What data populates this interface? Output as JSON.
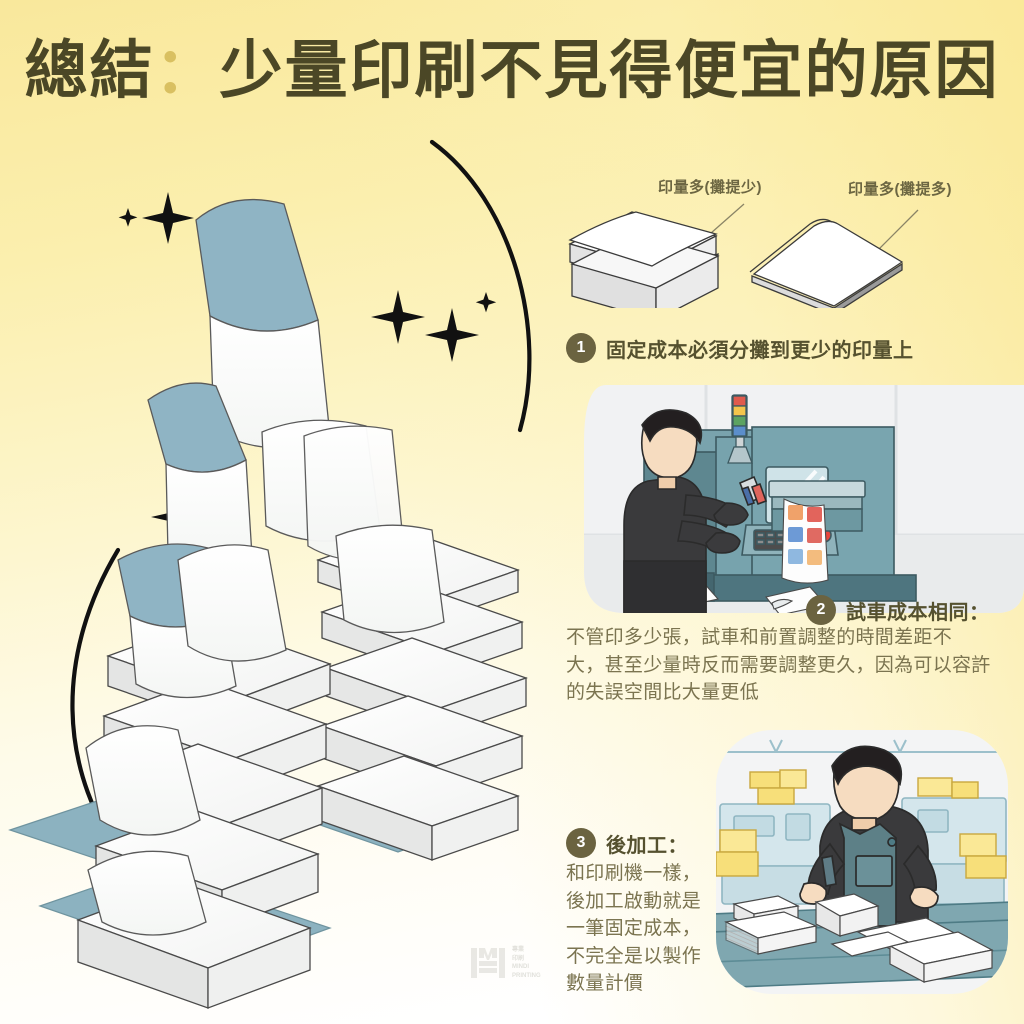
{
  "title": {
    "lead": "總結",
    "separator": "：",
    "rest": "少量印刷不見得便宜的原因"
  },
  "callouts": [
    {
      "id": "stack-many-low",
      "text": "印量多(攤提少)"
    },
    {
      "id": "stack-many-high",
      "text": "印量多(攤提多)"
    }
  ],
  "steps": [
    {
      "number": "1",
      "title": "固定成本必須分攤到更少的印量上",
      "body": []
    },
    {
      "number": "2",
      "title": "試車成本相同：",
      "body": [
        "不管印多少張，試車和前置調整的時間差距不",
        "大，甚至少量時反而需要調整更久，因為可以容許",
        "的失誤空間比大量更低"
      ]
    },
    {
      "number": "3",
      "title": "後加工：",
      "body": [
        "和印刷機一樣，",
        "後加工啟動就是",
        "一筆固定成本，",
        "不完全是以製作",
        "數量計價"
      ]
    }
  ],
  "watermark": {
    "line1": "專業",
    "line2": "印刷",
    "line3": "MINDI",
    "line4": "PRINTING"
  },
  "colors": {
    "bg_top": "#f9e89c",
    "bg_bottom": "#ffffff",
    "title_text": "#4b4726",
    "title_separator": "#d9c061",
    "badge_fill": "#6b6340",
    "step_title": "#55512f",
    "body_text": "#7b7450",
    "paper_blue": "#8fb4c4",
    "paper_shadow": "#8cb2c0",
    "machine_teal": "#6f9ba5",
    "machine_teal_dark": "#537d88",
    "skin": "#f6dcc0",
    "hair": "#231f20",
    "shirt_dark": "#3a3a3c",
    "box_yellow": "#f7df7a",
    "line_dark": "#2b2b2b"
  },
  "illustrations": [
    {
      "id": "falling-paper-stacks",
      "alt": "大量紙張堆疊與飛散紙張插圖"
    },
    {
      "id": "paper-ream-pair",
      "alt": "兩疊紙量比較插圖"
    },
    {
      "id": "press-operator",
      "alt": "印刷機操作員試車插圖"
    },
    {
      "id": "finishing-worker",
      "alt": "後加工工人插圖"
    }
  ]
}
